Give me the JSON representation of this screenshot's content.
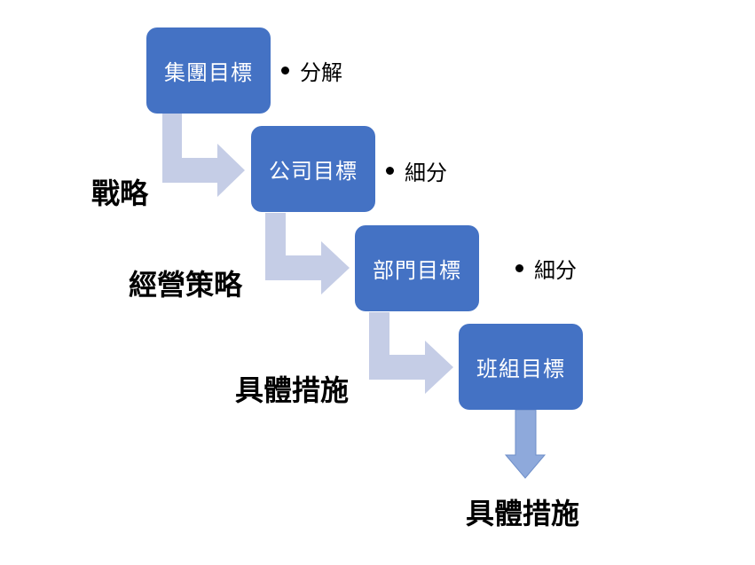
{
  "levels": [
    {
      "title": "集團目標",
      "note": "分解"
    },
    {
      "title": "公司目標",
      "note": "細分"
    },
    {
      "title": "部門目標",
      "note": "細分"
    },
    {
      "title": "班組目標"
    }
  ],
  "side_labels": [
    "戰略",
    "經營策略",
    "具體措施"
  ],
  "bottom_label": "具體措施",
  "colors": {
    "box": "#4472c4",
    "bent_arrow": "#c5cde6",
    "down_arrow": "#8ea9db"
  }
}
